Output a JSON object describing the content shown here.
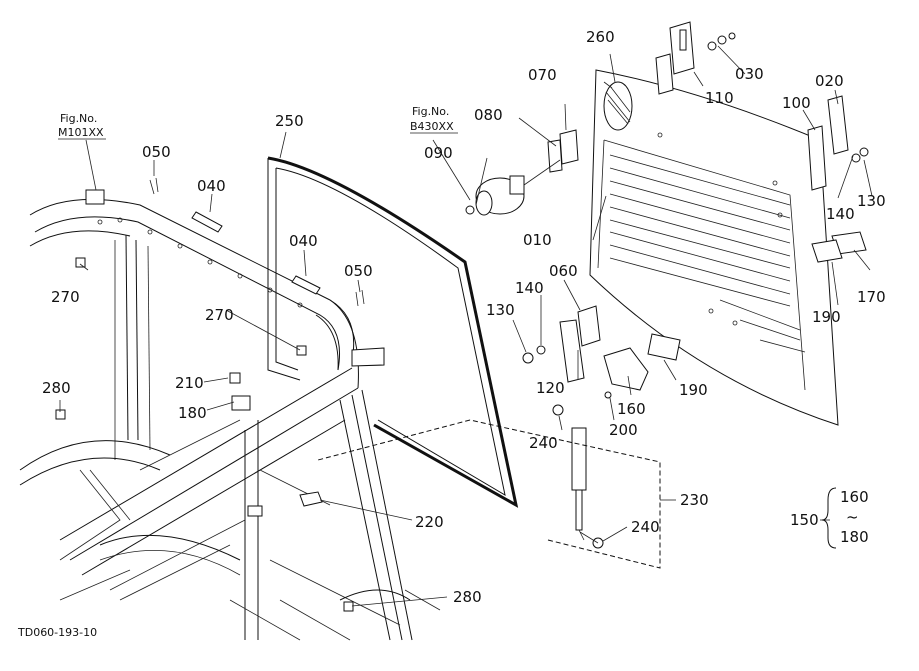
{
  "callouts": [
    {
      "id": "010",
      "label": "010"
    },
    {
      "id": "020",
      "label": "020"
    },
    {
      "id": "030",
      "label": "030"
    },
    {
      "id": "040a",
      "label": "040"
    },
    {
      "id": "040b",
      "label": "040"
    },
    {
      "id": "050a",
      "label": "050"
    },
    {
      "id": "050b",
      "label": "050"
    },
    {
      "id": "060",
      "label": "060"
    },
    {
      "id": "070",
      "label": "070"
    },
    {
      "id": "080",
      "label": "080"
    },
    {
      "id": "090",
      "label": "090"
    },
    {
      "id": "100",
      "label": "100"
    },
    {
      "id": "110",
      "label": "110"
    },
    {
      "id": "120",
      "label": "120"
    },
    {
      "id": "130a",
      "label": "130"
    },
    {
      "id": "130b",
      "label": "130"
    },
    {
      "id": "140a",
      "label": "140"
    },
    {
      "id": "140b",
      "label": "140"
    },
    {
      "id": "160",
      "label": "160"
    },
    {
      "id": "170",
      "label": "170"
    },
    {
      "id": "180",
      "label": "180"
    },
    {
      "id": "190a",
      "label": "190"
    },
    {
      "id": "190b",
      "label": "190"
    },
    {
      "id": "200",
      "label": "200"
    },
    {
      "id": "210",
      "label": "210"
    },
    {
      "id": "220",
      "label": "220"
    },
    {
      "id": "230",
      "label": "230"
    },
    {
      "id": "240a",
      "label": "240"
    },
    {
      "id": "240b",
      "label": "240"
    },
    {
      "id": "250",
      "label": "250"
    },
    {
      "id": "260",
      "label": "260"
    },
    {
      "id": "270a",
      "label": "270"
    },
    {
      "id": "270b",
      "label": "270"
    },
    {
      "id": "280a",
      "label": "280"
    },
    {
      "id": "280b",
      "label": "280"
    }
  ],
  "fig_refs": [
    {
      "line1": "Fig.No.",
      "line2": "M101XX"
    },
    {
      "line1": "Fig.No.",
      "line2": "B430XX"
    }
  ],
  "range_note": {
    "label": "150",
    "from": "160",
    "tilde": "~",
    "to": "180"
  },
  "drawing_code": "TD060-193-10"
}
